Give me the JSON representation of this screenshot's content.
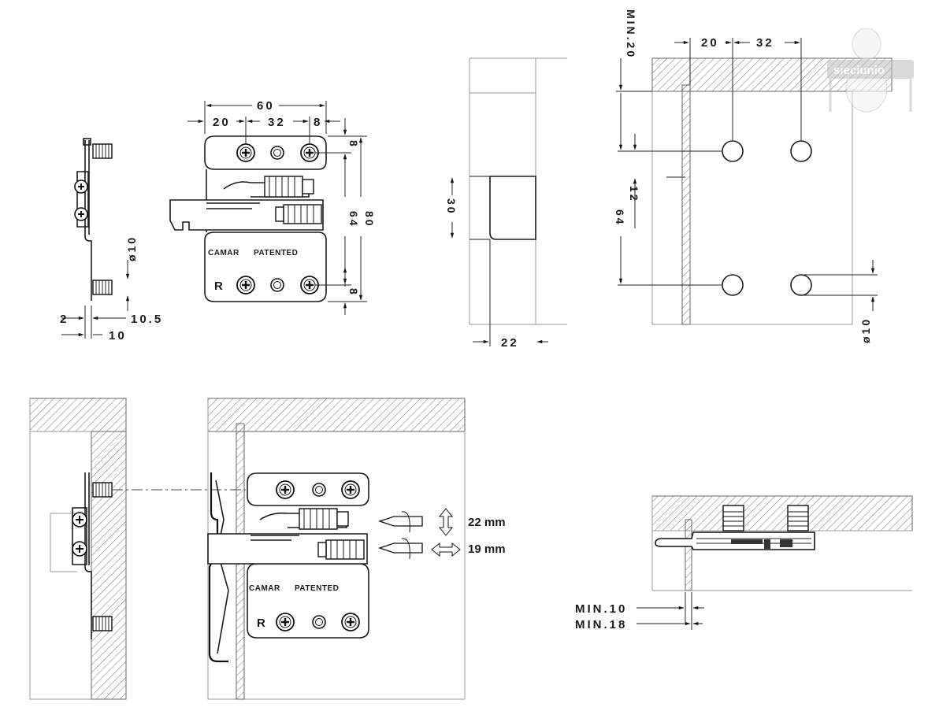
{
  "dimensions": {
    "side": {
      "d2": "2",
      "d10_5": "10.5",
      "d10": "10",
      "dia10": "ø10"
    },
    "front": {
      "w60": "60",
      "w20": "20",
      "w32": "32",
      "w8": "8",
      "h8top": "8",
      "h64": "64",
      "h80": "80",
      "h8bot": "8"
    },
    "section": {
      "h30": "30",
      "w22": "22"
    },
    "drilling": {
      "w20": "20",
      "w32": "32",
      "min20": "MIN.20",
      "h12": "12",
      "h64": "64",
      "dia10": "ø10"
    },
    "mounted": {
      "min10": "MIN.10",
      "min18": "MIN.18"
    }
  },
  "product": {
    "brand": "CAMAR",
    "patented": "PATENTED",
    "side_mark": "R"
  },
  "adjustments": [
    {
      "label": "22 mm",
      "direction": "vertical"
    },
    {
      "label": "19 mm",
      "direction": "horizontal"
    }
  ],
  "watermark": {
    "text": "sieciunio"
  },
  "colors": {
    "line": "#1a1a1a",
    "hatch": "#555555",
    "watermark": "#c8c8c8"
  }
}
